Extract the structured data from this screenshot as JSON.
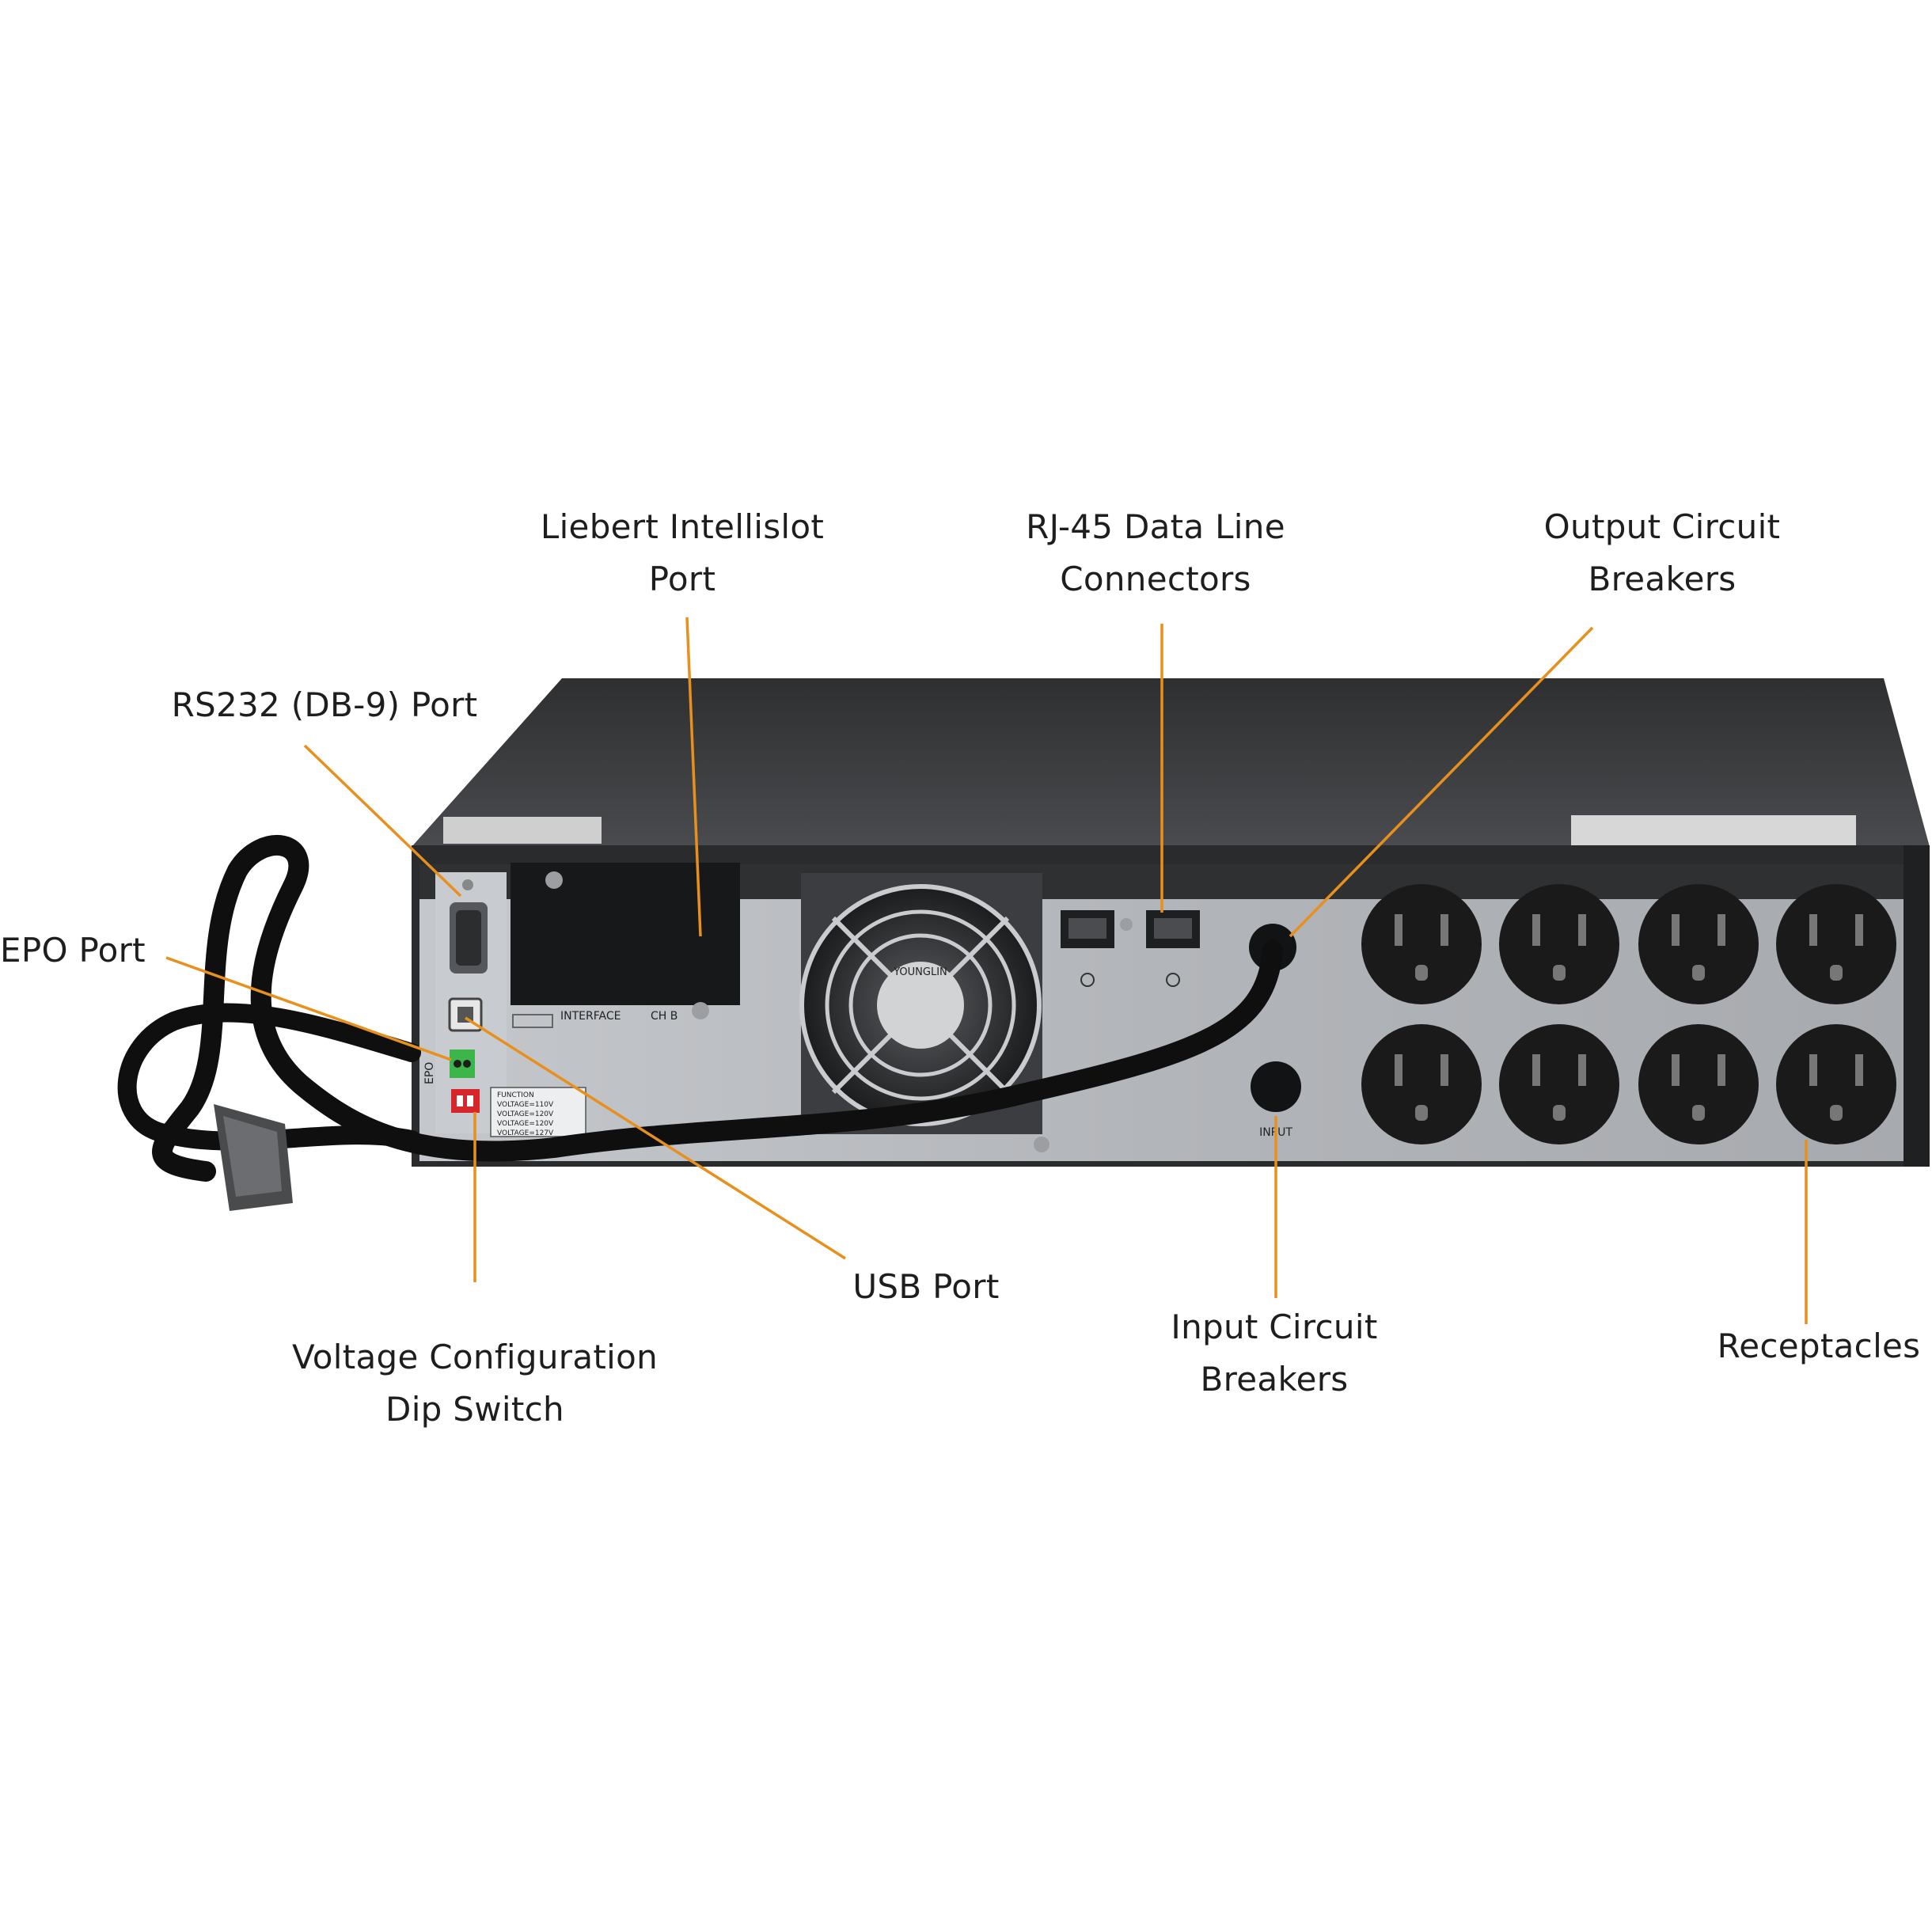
{
  "callouts": {
    "liebert": [
      "Liebert Intellislot",
      "Port"
    ],
    "rj45": [
      "RJ-45 Data Line",
      "Connectors"
    ],
    "output_breakers": [
      "Output Circuit",
      "Breakers"
    ],
    "rs232": "RS232 (DB-9) Port",
    "epo": "EPO Port",
    "usb": "USB Port",
    "voltage": [
      "Voltage Configuration",
      "Dip Switch"
    ],
    "input_breakers": [
      "Input Circuit",
      "Breakers"
    ],
    "receptacles": "Receptacles"
  },
  "panel_labels": {
    "interface": "INTERFACE",
    "chb": "CH B",
    "epo": "EPO",
    "input": "INPUT",
    "fan_brand": "YOUNGLIN",
    "dip_table": [
      "FUNCTION",
      "VOLTAGE=110V",
      "VOLTAGE=120V",
      "VOLTAGE=120V",
      "VOLTAGE=127V"
    ]
  },
  "colors": {
    "leader": "#e8901e",
    "label_text": "#1e1e1e",
    "chassis_top": "#3a3b3d",
    "rear_panel": "#b9bcc0",
    "outlet": "#1a1a1a"
  }
}
